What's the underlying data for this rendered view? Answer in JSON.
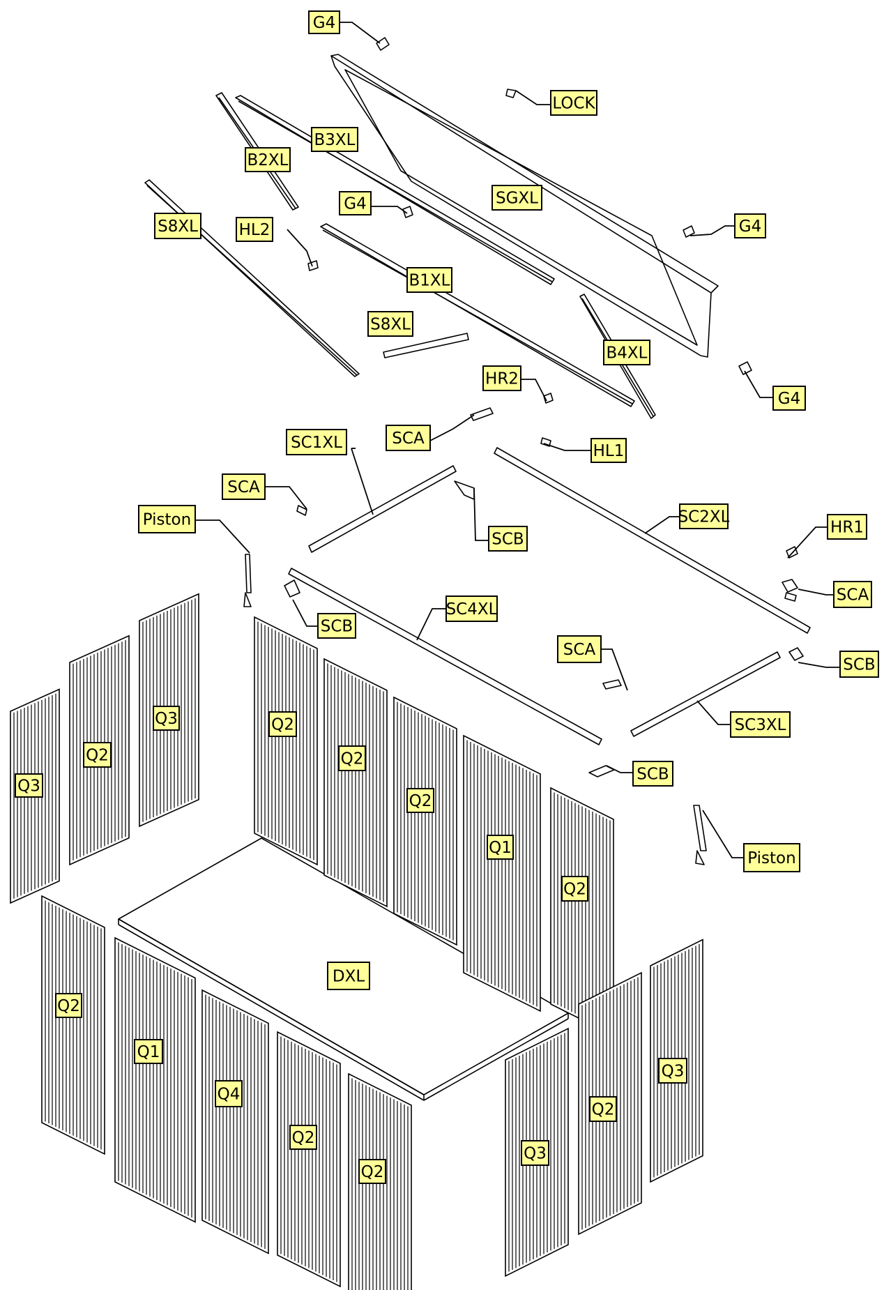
{
  "diagram": {
    "labels": {
      "g4_top": "G4",
      "lock": "LOCK",
      "b3xl": "B3XL",
      "b2xl": "B2XL",
      "sgxl": "SGXL",
      "g4_mid": "G4",
      "g4_right": "G4",
      "s8xl_long": "S8XL",
      "hl2": "HL2",
      "b1xl": "B1XL",
      "s8xl_short": "S8XL",
      "b4xl": "B4XL",
      "hr2": "HR2",
      "g4_lower": "G4",
      "sca_1": "SCA",
      "sc1xl": "SC1XL",
      "hl1": "HL1",
      "sca_2": "SCA",
      "piston_left": "Piston",
      "sc2xl": "SC2XL",
      "hr1": "HR1",
      "scb_1": "SCB",
      "sca_3": "SCA",
      "sc4xl": "SC4XL",
      "scb_2": "SCB",
      "sca_4": "SCA",
      "scb_3": "SCB",
      "sc3xl": "SC3XL",
      "scb_4": "SCB",
      "piston_right": "Piston",
      "q3_a": "Q3",
      "q2_a": "Q2",
      "q3_b": "Q3",
      "q2_b": "Q2",
      "q2_c": "Q2",
      "q2_d": "Q2",
      "q1_a": "Q1",
      "q2_e": "Q2",
      "q2_f": "Q2",
      "dxl": "DXL",
      "q1_b": "Q1",
      "q4": "Q4",
      "q2_g": "Q2",
      "q2_h": "Q2",
      "q3_c": "Q3",
      "q2_i": "Q2",
      "q3_d": "Q3"
    },
    "colors": {
      "label_fill": "#ffff99",
      "line": "#000000",
      "background": "#ffffff"
    }
  }
}
